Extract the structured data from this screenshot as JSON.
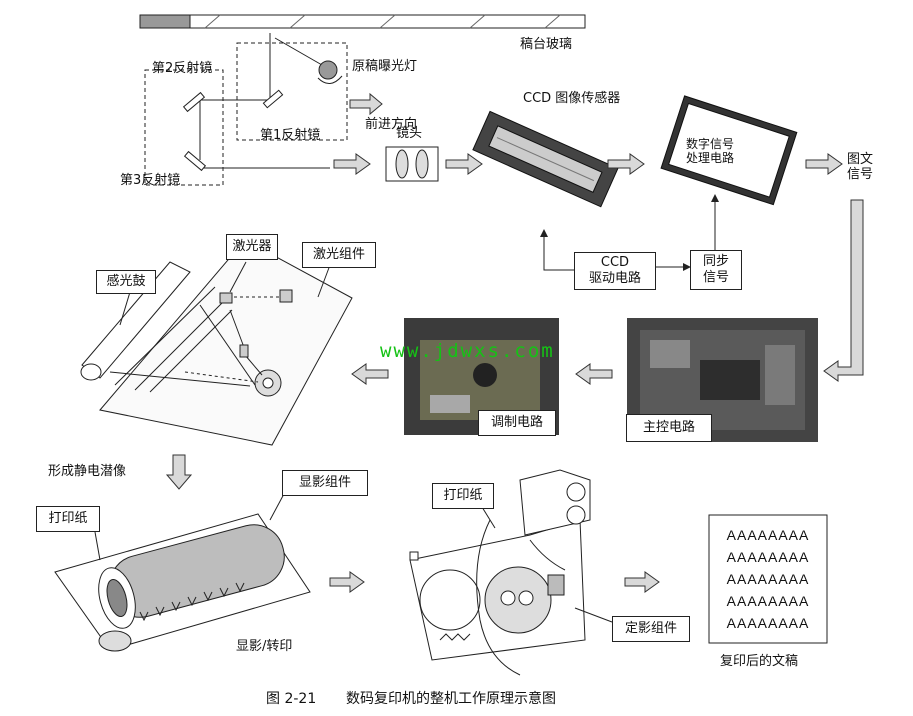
{
  "labels": {
    "platen_glass": "稿台玻璃",
    "exposure_lamp": "原稿曝光灯",
    "forward_direction": "前进方向",
    "mirror2": "第2反射镜",
    "mirror1": "第1反射镜",
    "mirror3": "第3反射镜",
    "lens": "镜头",
    "ccd_sensor": "CCD 图像传感器",
    "dsp_circuit": "数字信号\n处理电路",
    "image_signal": "图文\n信号",
    "ccd_driver": "CCD\n驱动电路",
    "sync_signal": "同步\n信号",
    "laser": "激光器",
    "laser_assembly": "激光组件",
    "photo_drum": "感光鼓",
    "modulation_circuit": "调制电路",
    "main_control": "主控电路",
    "latent_image": "形成静电潜像",
    "printing_paper_1": "打印纸",
    "developer_assembly": "显影组件",
    "develop_transfer": "显影/转印",
    "printing_paper_2": "打印纸",
    "fuser_assembly": "定影组件",
    "copy_document": "复印后的文稿"
  },
  "document_lines": [
    "AAAAAAAA",
    "AAAAAAAA",
    "AAAAAAAA",
    "AAAAAAAA",
    "AAAAAAAA"
  ],
  "watermark": "www.jdwxs.com",
  "caption": {
    "number": "图 2-21",
    "title": "数码复印机的整机工作原理示意图"
  },
  "colors": {
    "line": "#222222",
    "arrow_fill": "#d9d9d9",
    "watermark": "#15c215",
    "photo_dark": "#3b3b3b"
  }
}
